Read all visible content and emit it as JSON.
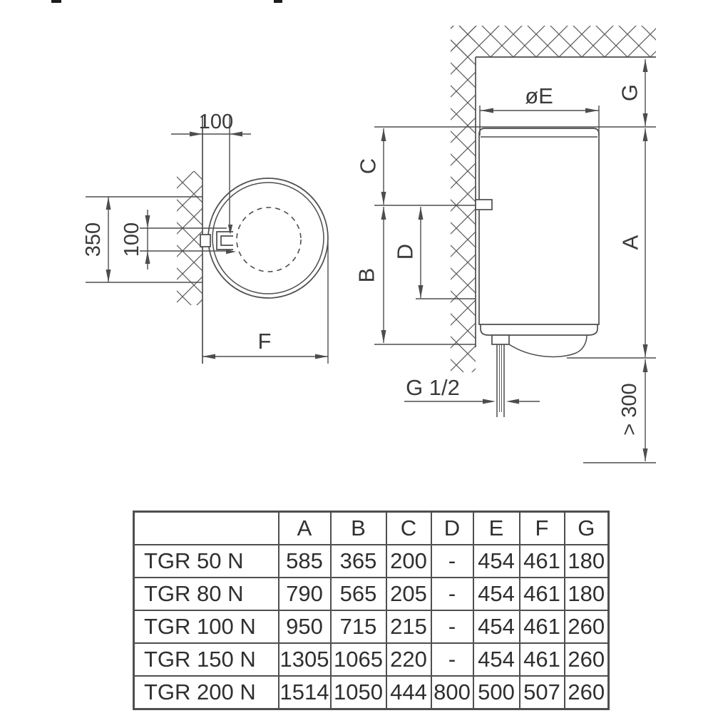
{
  "diagram": {
    "line_color": "#4d4d4d",
    "text_color": "#3a3a3a",
    "top_view": {
      "wall_offset_label": "100",
      "mount_span_label": "350",
      "hole_spacing_label": "100",
      "depth_label": "F"
    },
    "side_view": {
      "diameter_label": "øE",
      "ceiling_gap_label": "G",
      "height_label": "A",
      "top_to_bracket_label": "C",
      "bracket_to_bottom_label": "B",
      "bracket_spacing_label": "D",
      "pipe_thread_label": "G 1/2",
      "floor_clearance_label": "> 300"
    }
  },
  "table": {
    "headers": [
      "",
      "A",
      "B",
      "C",
      "D",
      "E",
      "F",
      "G"
    ],
    "rows": [
      {
        "model": "TGR 50 N",
        "values": [
          "585",
          "365",
          "200",
          "-",
          "454",
          "461",
          "180"
        ]
      },
      {
        "model": "TGR 80 N",
        "values": [
          "790",
          "565",
          "205",
          "-",
          "454",
          "461",
          "180"
        ]
      },
      {
        "model": "TGR 100 N",
        "values": [
          "950",
          "715",
          "215",
          "-",
          "454",
          "461",
          "260"
        ]
      },
      {
        "model": "TGR 150 N",
        "values": [
          "1305",
          "1065",
          "220",
          "-",
          "454",
          "461",
          "260"
        ]
      },
      {
        "model": "TGR 200 N",
        "values": [
          "1514",
          "1050",
          "444",
          "800",
          "500",
          "507",
          "260"
        ]
      }
    ]
  }
}
